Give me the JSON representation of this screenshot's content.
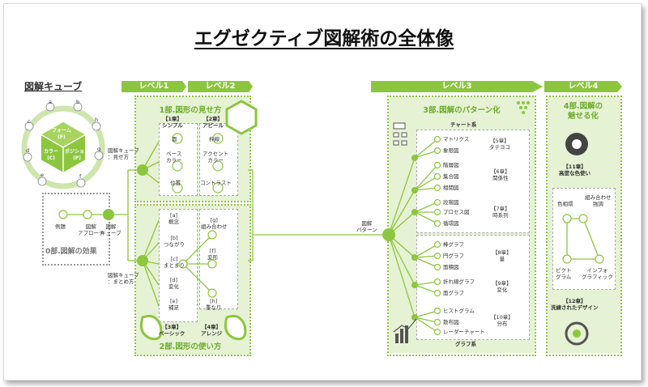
{
  "title": "エグゼクティブ図解術の全体像",
  "cube": {
    "heading": "図解キューブ",
    "center_face": "フォーム\n(F)",
    "left_face": "カラー\n(C)",
    "right_face": "ポジション\n(P)",
    "letters": [
      "a",
      "b",
      "c",
      "d",
      "e",
      "f",
      "g",
      "h"
    ],
    "examples": "例題",
    "approach": "図解\nアプローチ",
    "cube_label": "図解\nキューブ",
    "part0": "0部.図解の効果"
  },
  "levels": {
    "l1": "レベル1",
    "l2": "レベル2",
    "l3": "レベル3",
    "l4": "レベル4"
  },
  "part1": {
    "heading": "1部.図形の見せ方",
    "ch1": "【1章】\nシンプル",
    "ch2": "【2章】\nアピール",
    "hub": "図解キューブ\n：見せ方",
    "ch1_items": [
      "面",
      "ベース\nカラー",
      "位置"
    ],
    "ch2_items": [
      "枠線",
      "アクセント\nカラー",
      "コントラスト"
    ]
  },
  "part2": {
    "heading": "2部.図形の使い方",
    "hub": "図解キューブ\n：まとめ方",
    "ch3_items": [
      "[a]\n概念",
      "[b]\nつながり",
      "[c]\nまとまり",
      "[d]\n変化",
      "[e]\n補足"
    ],
    "ch4_items": [
      "[g]\n組み合わせ",
      "[f]\n変形",
      "[h]\n重なり"
    ],
    "ch3": "【3章】\nベーシック",
    "ch4": "【4章】\nアレンジ"
  },
  "part3": {
    "heading": "3部.図解のパターン化",
    "hub": "図解\nパターン",
    "chart_type": "チャート系",
    "graph_type": "グラフ系",
    "groups": [
      {
        "items": [
          "マトリクス",
          "象限図"
        ],
        "chapter": "【5章】\nタテヨコ"
      },
      {
        "items": [
          "階層図",
          "集合図",
          "相関図"
        ],
        "chapter": "【6章】\n関係性"
      },
      {
        "items": [
          "段階図",
          "プロセス図",
          "循環図"
        ],
        "chapter": "【7章】\n時系列"
      },
      {
        "items": [
          "棒グラフ",
          "円グラフ",
          "面積図"
        ],
        "chapter": "【8章】\n量"
      },
      {
        "items": [
          "折れ線グラフ",
          "面グラフ"
        ],
        "chapter": "【9章】\n変化"
      },
      {
        "items": [
          "ヒストグラム",
          "散布図",
          "レーダーチャート"
        ],
        "chapter": "【10章】\n分布"
      }
    ]
  },
  "part4": {
    "heading": "4部.図解の\n魅せる化",
    "ch11": "【11章】\n高度な色使い",
    "color_phase": "色相環",
    "combo": "組み合わせ\n強調",
    "pictogram": "ピクト\nグラム",
    "infographic": "インフォ\nグラフィック",
    "ch12": "【12章】\n洗練されたデザイン"
  },
  "colors": {
    "accent": "#8cc63f",
    "accent_dark": "#6dab2c",
    "panel": "#e6f2d4"
  }
}
